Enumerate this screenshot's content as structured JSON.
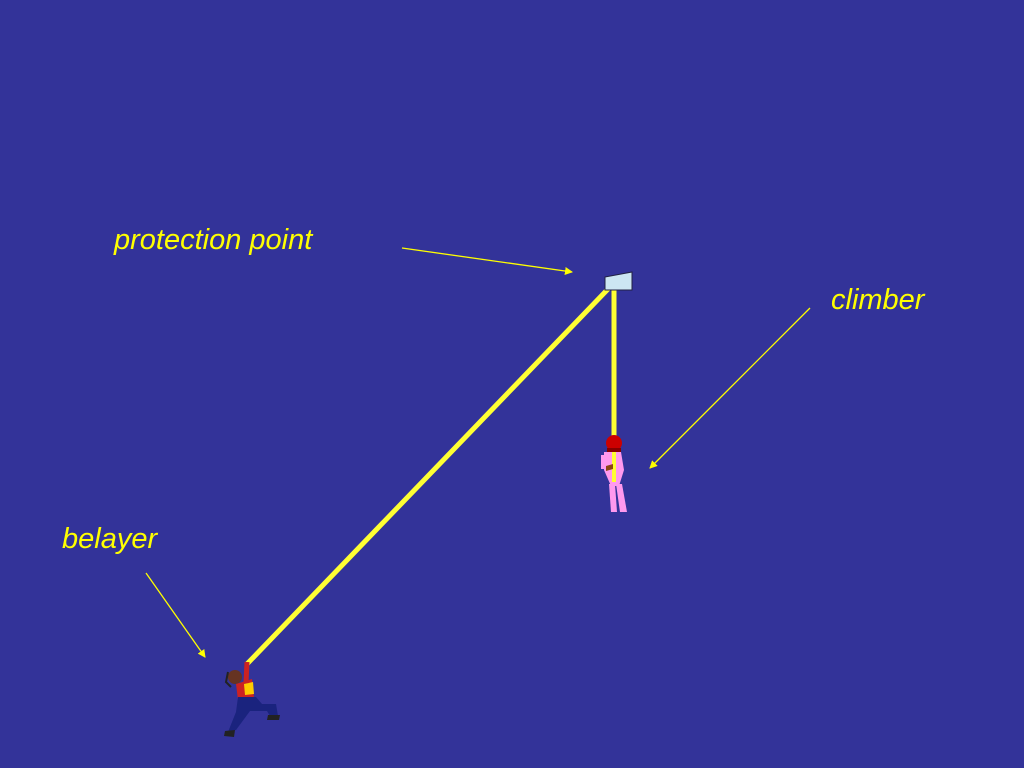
{
  "labels": {
    "protection_point": "protection point",
    "climber": "climber",
    "belayer": "belayer"
  },
  "colors": {
    "background": "#333399",
    "rope": "#ffff33",
    "label_text": "#ffff00",
    "protection_point": "#cce6f2",
    "climber_body": "#ff99ee",
    "climber_helmet": "#cc0000"
  }
}
